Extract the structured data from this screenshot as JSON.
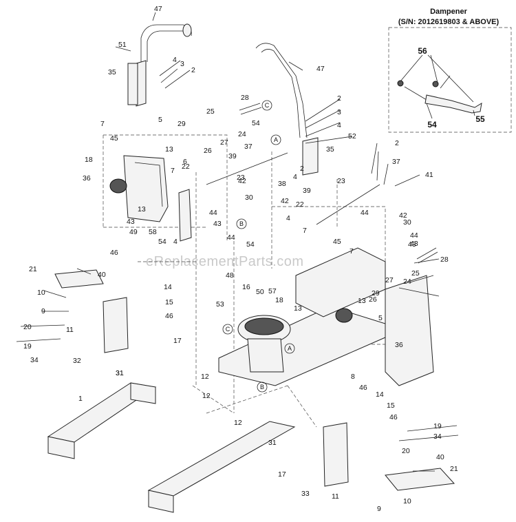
{
  "watermark": "eReplacementParts.com",
  "insert": {
    "title": "Dampener",
    "subtitle": "(S/N: 2012619803 & ABOVE)",
    "labels": [
      "56",
      "54",
      "55"
    ]
  },
  "circled_letters": [
    "C",
    "A",
    "B",
    "A",
    "B",
    "C"
  ],
  "callouts": [
    "47",
    "51",
    "35",
    "4",
    "3",
    "2",
    "47",
    "28",
    "25",
    "29",
    "7",
    "45",
    "13",
    "5",
    "26",
    "6",
    "27",
    "24",
    "54",
    "37",
    "2",
    "3",
    "4",
    "52",
    "35",
    "18",
    "36",
    "13",
    "7",
    "22",
    "39",
    "23",
    "42",
    "30",
    "38",
    "2",
    "4",
    "37",
    "41",
    "39",
    "23",
    "2",
    "42",
    "44",
    "43",
    "49",
    "58",
    "54",
    "4",
    "43",
    "44",
    "22",
    "4",
    "44",
    "42",
    "30",
    "7",
    "43",
    "54",
    "45",
    "7",
    "44",
    "43",
    "25",
    "28",
    "46",
    "40",
    "14",
    "48",
    "16",
    "50",
    "57",
    "18",
    "13",
    "13",
    "21",
    "10",
    "15",
    "9",
    "46",
    "20",
    "19",
    "34",
    "11",
    "32",
    "31",
    "17",
    "53",
    "26",
    "29",
    "27",
    "24",
    "5",
    "36",
    "31",
    "12",
    "12",
    "1",
    "12",
    "8",
    "46",
    "14",
    "15",
    "46",
    "19",
    "34",
    "20",
    "40",
    "21",
    "31",
    "17",
    "33",
    "11",
    "10",
    "9"
  ]
}
